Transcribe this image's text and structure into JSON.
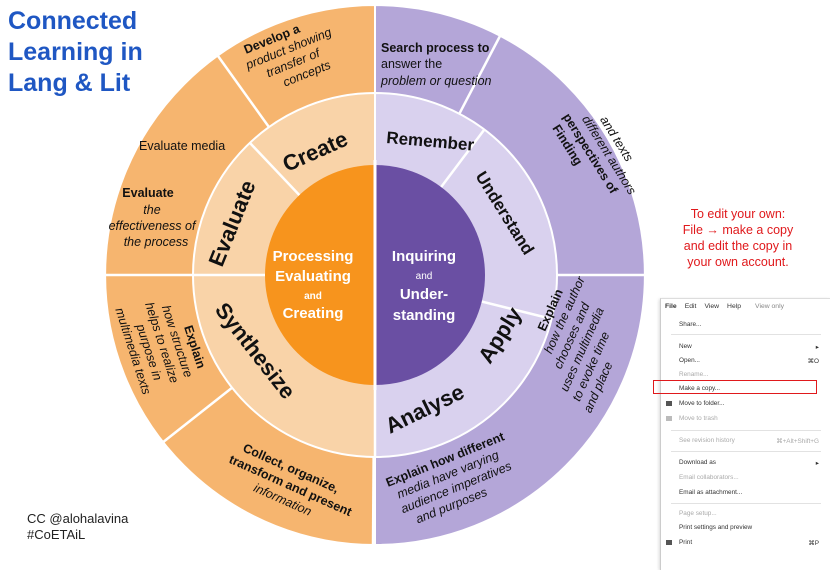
{
  "title_lines": [
    "Connected",
    "Learning in",
    "Lang & Lit"
  ],
  "credit_lines": [
    "CC @alohalavina",
    "#CoETAiL"
  ],
  "note_lines": [
    "To edit your own:",
    "File → make a copy",
    "and edit the copy in",
    "your own account."
  ],
  "colors": {
    "orange_outer": "#f6b56f",
    "orange_mid": "#f9d3a8",
    "orange_core": "#f7941d",
    "purple_outer": "#b4a6d8",
    "purple_mid": "#d9d1ee",
    "purple_core": "#6a4fa3",
    "title": "#1f57c3",
    "note": "#e0191c"
  },
  "center": {
    "left_lines": [
      "Processing",
      "Evaluating",
      "and",
      "Creating"
    ],
    "right_lines": [
      "Inquiring",
      "and",
      "Under-",
      "standing"
    ]
  },
  "ring": {
    "create": "Create",
    "evaluate": "Evaluate",
    "synthesize": "Synthesize",
    "remember": "Remember",
    "understand": "Understand",
    "apply": "Apply",
    "analyse": "Analyse"
  },
  "outer": {
    "develop": [
      "Develop a",
      "product showing",
      "transfer of",
      "concepts"
    ],
    "evaluate_media": [
      "Evaluate media"
    ],
    "evaluate_effectiveness": [
      "Evaluate",
      "the",
      "effectiveness of",
      "the process"
    ],
    "explain_structure": [
      "Explain",
      "how structure",
      "helps to realize",
      "purpose in",
      "multimedia texts"
    ],
    "collect": [
      "Collect, organize,",
      "transform and present",
      "information"
    ],
    "search": [
      "Search process to",
      "answer the",
      "problem or question"
    ],
    "finding": [
      "Finding",
      "perspectives of",
      "different authors",
      "and texts"
    ],
    "explain_author": [
      "Explain",
      "how the author",
      "chooses and",
      "uses multimedia",
      "to evoke time",
      "and place"
    ],
    "explain_media": [
      "Explain how different",
      "media have varying",
      "audience imperatives",
      "and purposes"
    ]
  },
  "menu": {
    "bar": [
      "File",
      "Edit",
      "View",
      "Help"
    ],
    "view_only": "View only",
    "items": [
      {
        "label": "Share...",
        "shortcut": ""
      },
      {
        "label": "New",
        "shortcut": "▸"
      },
      {
        "label": "Open...",
        "shortcut": "⌘O"
      },
      {
        "label": "Rename...",
        "shortcut": ""
      },
      {
        "label": "Make a copy...",
        "shortcut": ""
      },
      {
        "label": "Move to folder...",
        "shortcut": ""
      },
      {
        "label": "Move to trash",
        "shortcut": ""
      },
      {
        "label": "See revision history",
        "shortcut": "⌘+Alt+Shift+G"
      },
      {
        "label": "Download as",
        "shortcut": "▸"
      },
      {
        "label": "Email collaborators...",
        "shortcut": ""
      },
      {
        "label": "Email as attachment...",
        "shortcut": ""
      },
      {
        "label": "Page setup...",
        "shortcut": ""
      },
      {
        "label": "Print settings and preview",
        "shortcut": ""
      },
      {
        "label": "Print",
        "shortcut": "⌘P"
      }
    ]
  }
}
